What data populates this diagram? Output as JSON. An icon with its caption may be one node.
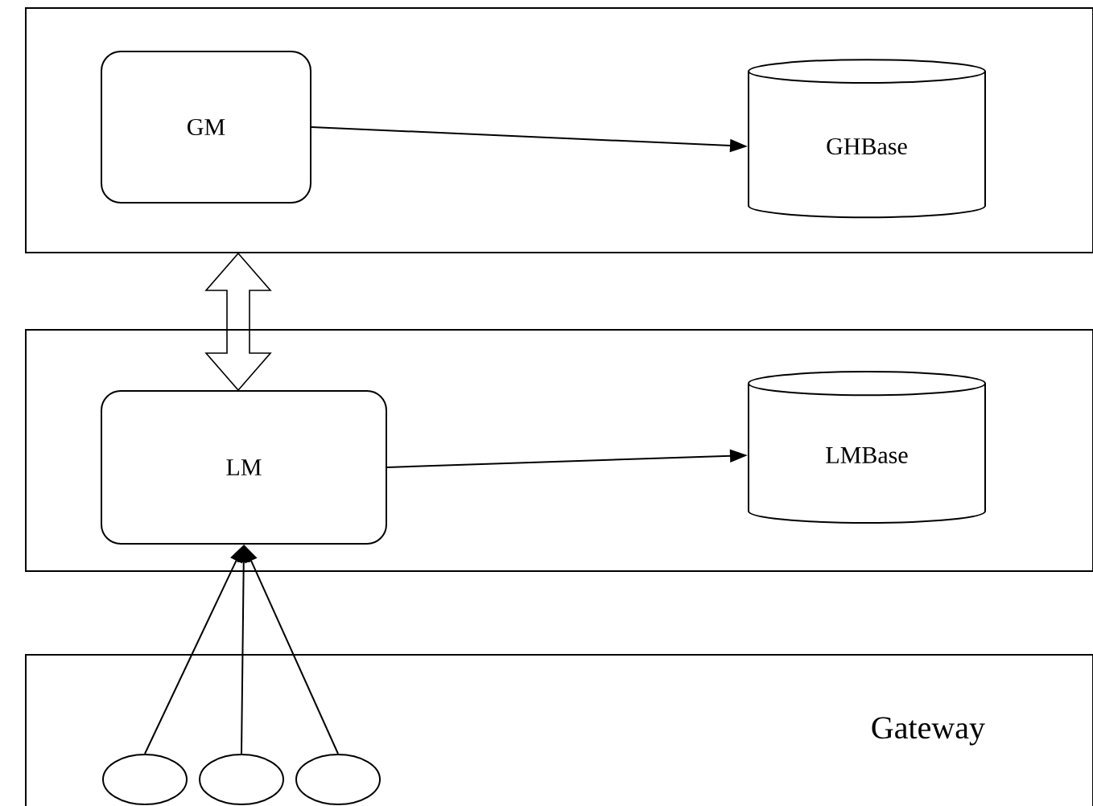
{
  "diagram": {
    "nodes": [
      {
        "text": [],
        "shape": "box"
      },
      {
        "text": [
          "GM"
        ],
        "in": 0
      },
      {
        "text": [
          "GHBase"
        ],
        "in": 0
      },
      {
        "text": [],
        "shape": "box"
      },
      {
        "text": [
          "LM"
        ],
        "in": 3
      },
      {
        "text": [
          "LMBase"
        ],
        "in": 3
      },
      {
        "text": [
          "Gateway"
        ]
      },
      {
        "text": [],
        "shape": "ellipse",
        "in": 6
      },
      {
        "text": [],
        "shape": "ellipse",
        "in": 6
      },
      {
        "text": [],
        "shape": "ellipse",
        "in": 6
      }
    ],
    "edges": [
      {
        "from": 1,
        "to": 2,
        "arrow": "to"
      },
      {
        "from": 1,
        "to": 4,
        "arrow": "both",
        "style": "thick"
      },
      {
        "from": 4,
        "to": 5,
        "arrow": "to"
      },
      {
        "from": 7,
        "to": 4,
        "arrow": "to"
      },
      {
        "from": 8,
        "to": 4,
        "arrow": "to"
      },
      {
        "from": 9,
        "to": 4,
        "arrow": "to"
      }
    ]
  }
}
